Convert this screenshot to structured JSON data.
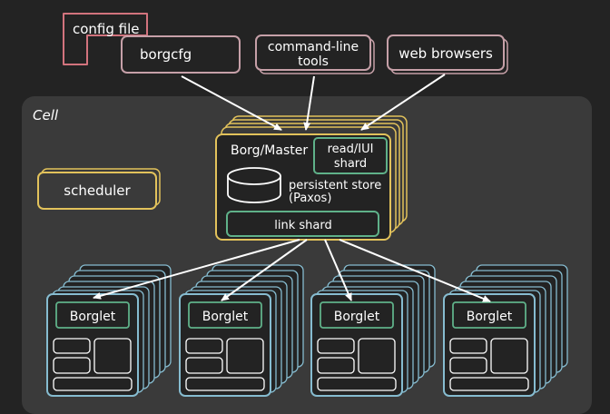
{
  "colors": {
    "background": "#232323",
    "cell_panel": "#3a3a3a",
    "input_red": "#d2737d",
    "input_pink": "#c6a0a8",
    "master_yellow": "#e2c25b",
    "green": "#5fb189",
    "borglet_blue": "#86bcd0",
    "arrow": "#ffffff",
    "text": "#ffffff"
  },
  "inputs": {
    "config_file": "config file",
    "borgcfg": "borgcfg",
    "cli_line1": "command-line",
    "cli_line2": "tools",
    "web": "web browsers"
  },
  "cell": {
    "label": "Cell",
    "scheduler": "scheduler"
  },
  "master": {
    "title": "Borg/Master",
    "read_line1": "read/IUI",
    "read_line2": "shard",
    "store_line1": "persistent store",
    "store_line2": "(Paxos)",
    "link_shard": "link shard"
  },
  "borglets": [
    {
      "label": "Borglet"
    },
    {
      "label": "Borglet"
    },
    {
      "label": "Borglet"
    },
    {
      "label": "Borglet"
    }
  ]
}
